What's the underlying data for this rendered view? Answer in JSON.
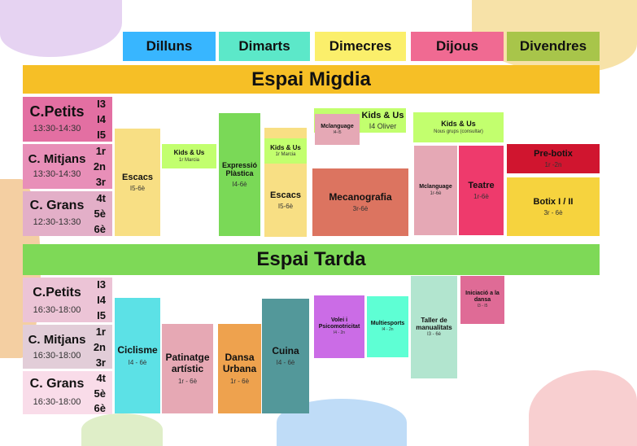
{
  "days": [
    "Dilluns",
    "Dimarts",
    "Dimecres",
    "Dijous",
    "Divendres"
  ],
  "colors": {
    "dilluns": "#38b6ff",
    "dimarts": "#5ce8c9",
    "dimecres": "#fbef6b",
    "dijous": "#f06a92",
    "divendres": "#a8c54a",
    "migdia": "#f6bf26",
    "tarda": "#7ed957"
  },
  "migdia": {
    "title": "Espai Migdia",
    "groups": [
      {
        "name": "C.Petits",
        "time": "13:30-14:30",
        "levels": [
          "I3",
          "I4",
          "I5"
        ]
      },
      {
        "name": "C. Mitjans",
        "time": "13:30-14:30",
        "levels": [
          "1r",
          "2n",
          "3r"
        ]
      },
      {
        "name": "C. Grans",
        "time": "12:30-13:30",
        "levels": [
          "4t",
          "5è",
          "6è"
        ]
      }
    ],
    "activities": [
      {
        "title": "Escacs",
        "sub": "I5-6è"
      },
      {
        "title": "Kids & Us",
        "sub": "1r Marcia"
      },
      {
        "title": "Expressió Plàstica",
        "sub": "I4-6è"
      },
      {
        "title": "Escacs",
        "sub": "I5-6è"
      },
      {
        "title": "Kids & Us",
        "sub": "1r Marcia"
      },
      {
        "title": "Kids & Us",
        "sub": "I4 Oliver"
      },
      {
        "title": "Mclanguage",
        "sub": "I4-I5"
      },
      {
        "title": "Mecanografia",
        "sub": "3r-6è"
      },
      {
        "title": "Kids & Us",
        "sub": "Nous grups (consultar)"
      },
      {
        "title": "Mclanguage",
        "sub": "1r-6è"
      },
      {
        "title": "Teatre",
        "sub": "1r-6è"
      },
      {
        "title": "Pre-botix",
        "sub": "1r -2n"
      },
      {
        "title": "Botix I / II",
        "sub": "3r - 6è"
      }
    ]
  },
  "tarda": {
    "title": "Espai Tarda",
    "groups": [
      {
        "name": "C.Petits",
        "time": "16:30-18:00",
        "levels": [
          "I3",
          "I4",
          "I5"
        ]
      },
      {
        "name": "C. Mitjans",
        "time": "16:30-18:00",
        "levels": [
          "1r",
          "2n",
          "3r"
        ]
      },
      {
        "name": "C. Grans",
        "time": "16:30-18:00",
        "levels": [
          "4t",
          "5è",
          "6è"
        ]
      }
    ],
    "activities": [
      {
        "title": "Ciclisme",
        "sub": "I4 - 6è"
      },
      {
        "title": "Patinatge artístic",
        "sub": "1r - 6è"
      },
      {
        "title": "Dansa Urbana",
        "sub": "1r - 6è"
      },
      {
        "title": "Cuina",
        "sub": "I4 - 6è"
      },
      {
        "title": "Volei i Psicomotricitat",
        "sub": "I4 - 2n"
      },
      {
        "title": "Multiesports",
        "sub": "I4 - 2n"
      },
      {
        "title": "Taller de manualitats",
        "sub": "I3 - 6è"
      },
      {
        "title": "Iniciació a la dansa",
        "sub": "I3 - I5"
      }
    ]
  }
}
